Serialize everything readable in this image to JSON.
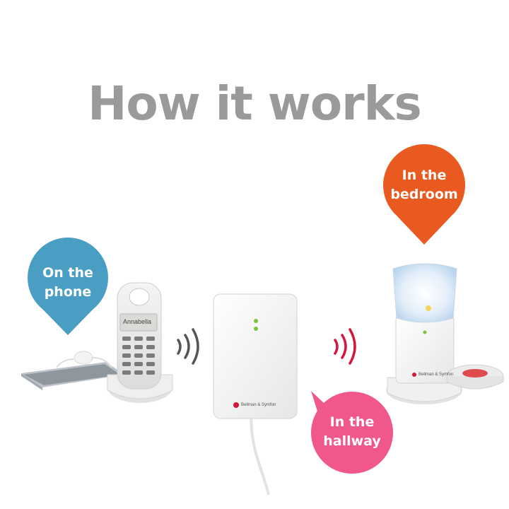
{
  "title": "How it works",
  "labels": {
    "phone": {
      "line1": "On the",
      "line2": "phone",
      "color": "#4a9ec4"
    },
    "bedroom": {
      "line1": "In the",
      "line2": "bedroom",
      "color": "#e85a1f"
    },
    "hallway": {
      "line1": "In the",
      "line2": "hallway",
      "color": "#f0588a"
    }
  },
  "phone_screen_name": "Annabella",
  "brand_text": "Bellman & Symfon",
  "signal_colors": {
    "left": "#555555",
    "right": "#d4163a"
  },
  "icons": [
    "smartphone-icon",
    "cordless-phone-icon",
    "receiver-box-icon",
    "lamp-flash-icon",
    "bed-shaker-icon",
    "signal-waves-icon"
  ]
}
